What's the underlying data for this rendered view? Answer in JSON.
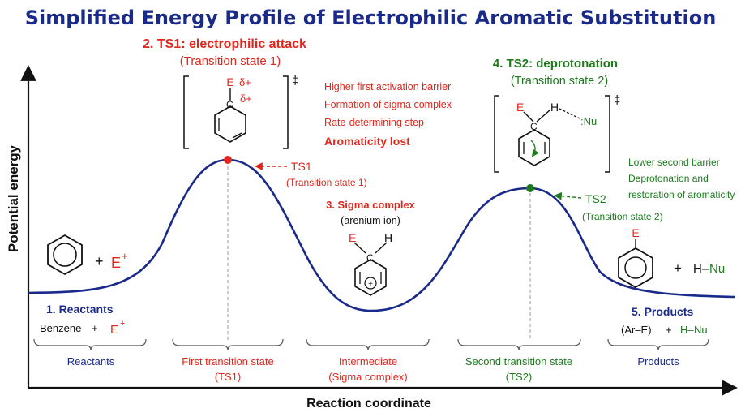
{
  "title": "Simplified Energy Profile of Electrophilic Aromatic Substitution",
  "axes": {
    "y_label": "Potential energy",
    "x_label": "Reaction coordinate"
  },
  "colors": {
    "title": "#1a2a8a",
    "curve": "#1a2a8a",
    "ts1": "#e3261c",
    "ts2": "#1d7a1d",
    "axis": "#111111"
  },
  "ts1": {
    "heading": "2. TS1: electrophilic attack",
    "subheading": "(Transition state 1)",
    "structure_E": "E",
    "structure_C": "C",
    "delta_top": "δ+",
    "delta_mid": "δ+",
    "double_dagger": "‡",
    "notes": [
      "Higher first activation barrier",
      "Formation of sigma complex",
      "Rate-determining step"
    ],
    "notes_emphasis": "Aromaticity lost",
    "point_label": "TS1",
    "point_sublabel": "(Transition state 1)"
  },
  "intermediate": {
    "heading": "3. Sigma complex",
    "subheading": "(arenium ion)",
    "structure_E": "E",
    "structure_H": "H",
    "structure_C": "C",
    "charge": "+"
  },
  "ts2": {
    "heading": "4. TS2: deprotonation",
    "subheading": "(Transition state 2)",
    "structure_E": "E",
    "structure_H": "H",
    "structure_C": "C",
    "structure_Nu": ":Nu",
    "double_dagger": "‡",
    "notes": [
      "Lower second barrier",
      "Deprotonation and",
      "restoration of aromaticity"
    ],
    "point_label": "TS2",
    "point_sublabel": "(Transition state 2)"
  },
  "reactants": {
    "plus": "+",
    "electrophile": "E",
    "electrophile_charge": "+",
    "heading": "1. Reactants",
    "desc": "Benzene",
    "desc_plus": "+",
    "desc_E": "E",
    "desc_charge": "+"
  },
  "products": {
    "structure_E": "E",
    "plus": "+",
    "hnu_H": "H–",
    "hnu_Nu": "Nu",
    "heading": "5. Products",
    "desc_arE": "(Ar–E)",
    "desc_plus": "+",
    "desc_H": "H–",
    "desc_Nu": "Nu"
  },
  "stages": [
    {
      "line1": "Reactants",
      "line2": ""
    },
    {
      "line1": "First transition state",
      "line2": "(TS1)"
    },
    {
      "line1": "Intermediate",
      "line2": "(Sigma complex)"
    },
    {
      "line1": "Second transition state",
      "line2": "(TS2)"
    },
    {
      "line1": "Products",
      "line2": ""
    }
  ]
}
